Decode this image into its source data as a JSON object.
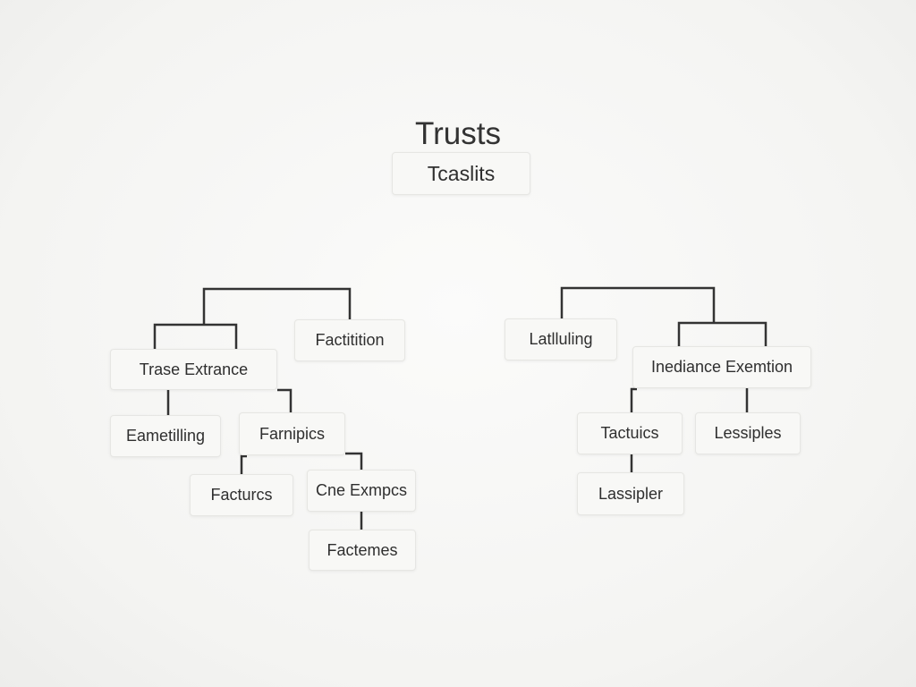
{
  "title": "Trusts",
  "subtitle": "Tcaslits",
  "left_tree": {
    "nodes": [
      "Trase Extrance",
      "Factitition",
      "Eametilling",
      "Farnipics",
      "Facturcs",
      "Cne Exmpcs",
      "Factemes"
    ]
  },
  "right_tree": {
    "nodes": [
      "Latlluling",
      "Inediance Exemtion",
      "Tactuics",
      "Lessiples",
      "Lassipler"
    ]
  },
  "colors": {
    "line": "#333333",
    "text": "#2f2f2f",
    "background": "#f6f6f4"
  }
}
